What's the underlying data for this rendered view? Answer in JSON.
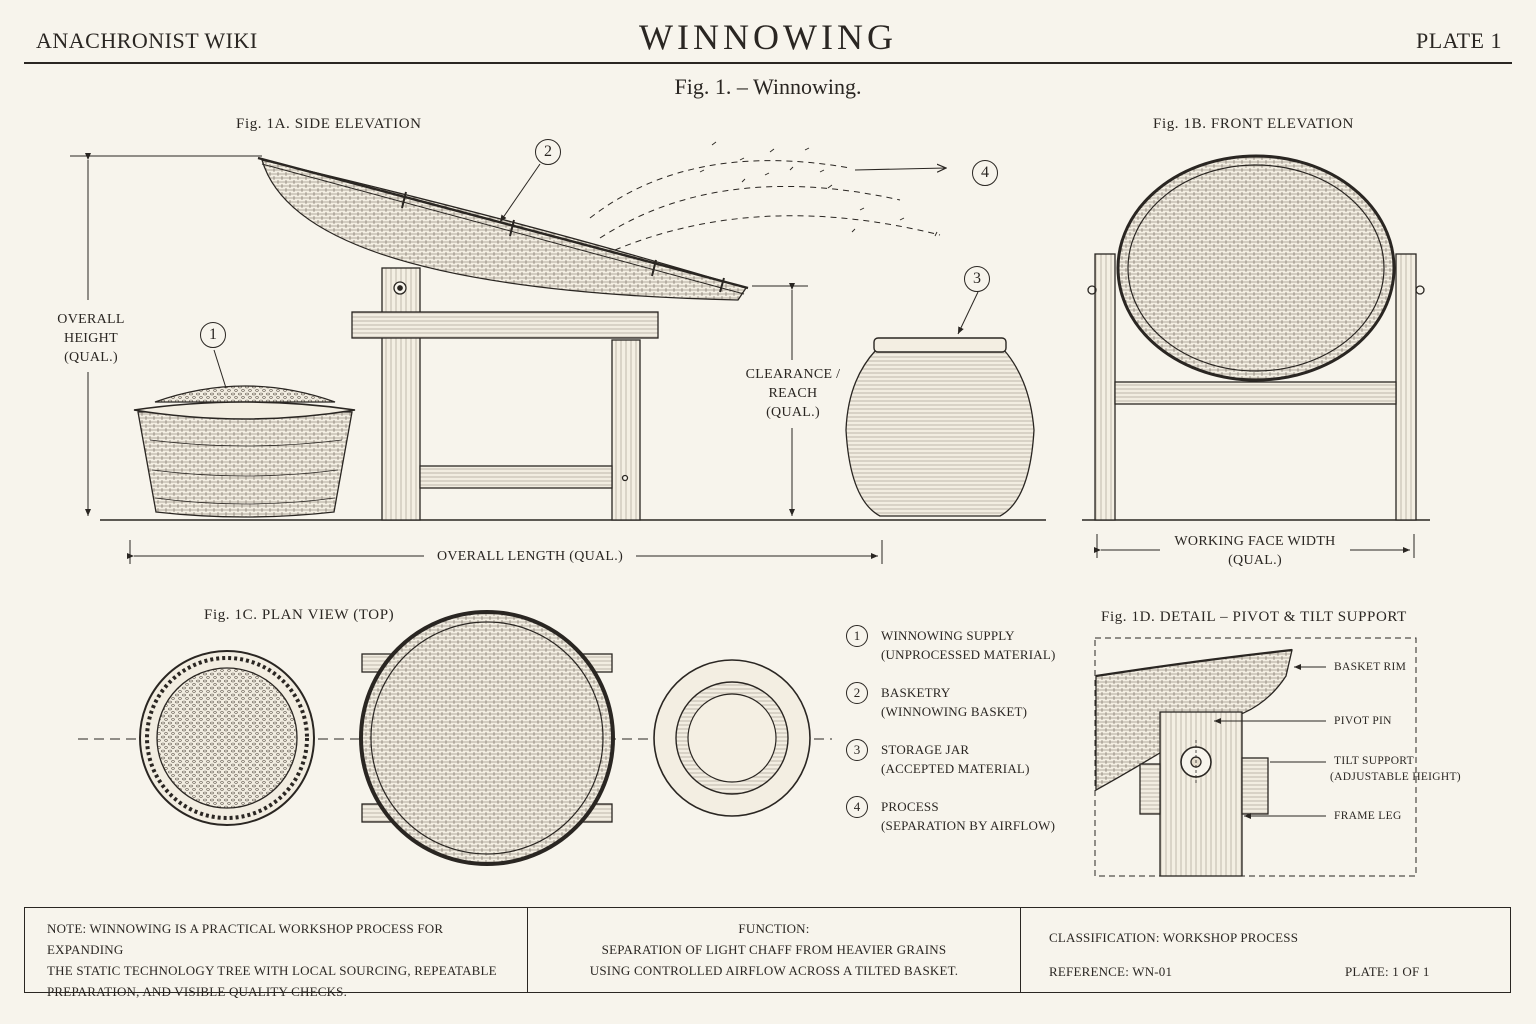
{
  "header": {
    "site": "ANACHRONIST WIKI",
    "title": "WINNOWING",
    "plate": "PLATE 1",
    "caption": "Fig. 1. – Winnowing."
  },
  "figures": {
    "side": "Fig. 1A.  SIDE ELEVATION",
    "front": "Fig. 1B.  FRONT ELEVATION",
    "plan": "Fig. 1C.  PLAN VIEW (TOP)",
    "detail": "Fig. 1D.  DETAIL – PIVOT & TILT SUPPORT"
  },
  "dimensions": {
    "overall_height": [
      "OVERALL",
      "HEIGHT",
      "(QUAL.)"
    ],
    "clearance": [
      "CLEARANCE /",
      "REACH",
      "(QUAL.)"
    ],
    "overall_length": "OVERALL LENGTH (QUAL.)",
    "working_face": [
      "WORKING FACE WIDTH",
      "(QUAL.)"
    ]
  },
  "markers": [
    "1",
    "2",
    "3",
    "4"
  ],
  "legend": [
    {
      "num": "1",
      "name": "WINNOWING SUPPLY",
      "desc": "(UNPROCESSED MATERIAL)"
    },
    {
      "num": "2",
      "name": "BASKETRY",
      "desc": "(WINNOWING BASKET)"
    },
    {
      "num": "3",
      "name": "STORAGE JAR",
      "desc": "(ACCEPTED MATERIAL)"
    },
    {
      "num": "4",
      "name": "PROCESS",
      "desc": "(SEPARATION BY AIRFLOW)"
    }
  ],
  "detail_callouts": {
    "rim": "BASKET RIM",
    "pin": "PIVOT PIN",
    "tilt": "TILT SUPPORT",
    "tilt_sub": "(ADJUSTABLE HEIGHT)",
    "leg": "FRAME LEG"
  },
  "footer": {
    "note_lines": [
      "NOTE:   WINNOWING IS A PRACTICAL WORKSHOP PROCESS FOR EXPANDING",
      "THE STATIC TECHNOLOGY TREE WITH LOCAL SOURCING, REPEATABLE",
      "PREPARATION, AND VISIBLE QUALITY CHECKS."
    ],
    "function_title": "FUNCTION:",
    "function_lines": [
      "SEPARATION OF LIGHT CHAFF FROM HEAVIER GRAINS",
      "USING CONTROLLED AIRFLOW ACROSS A TILTED BASKET."
    ],
    "classification": "CLASSIFICATION:  WORKSHOP PROCESS",
    "reference": "REFERENCE:   WN-01",
    "plate": "PLATE:   1  OF 1"
  },
  "colors": {
    "ink": "#2a2622",
    "paper": "#f7f4ec",
    "wood": "#efe6d4"
  }
}
